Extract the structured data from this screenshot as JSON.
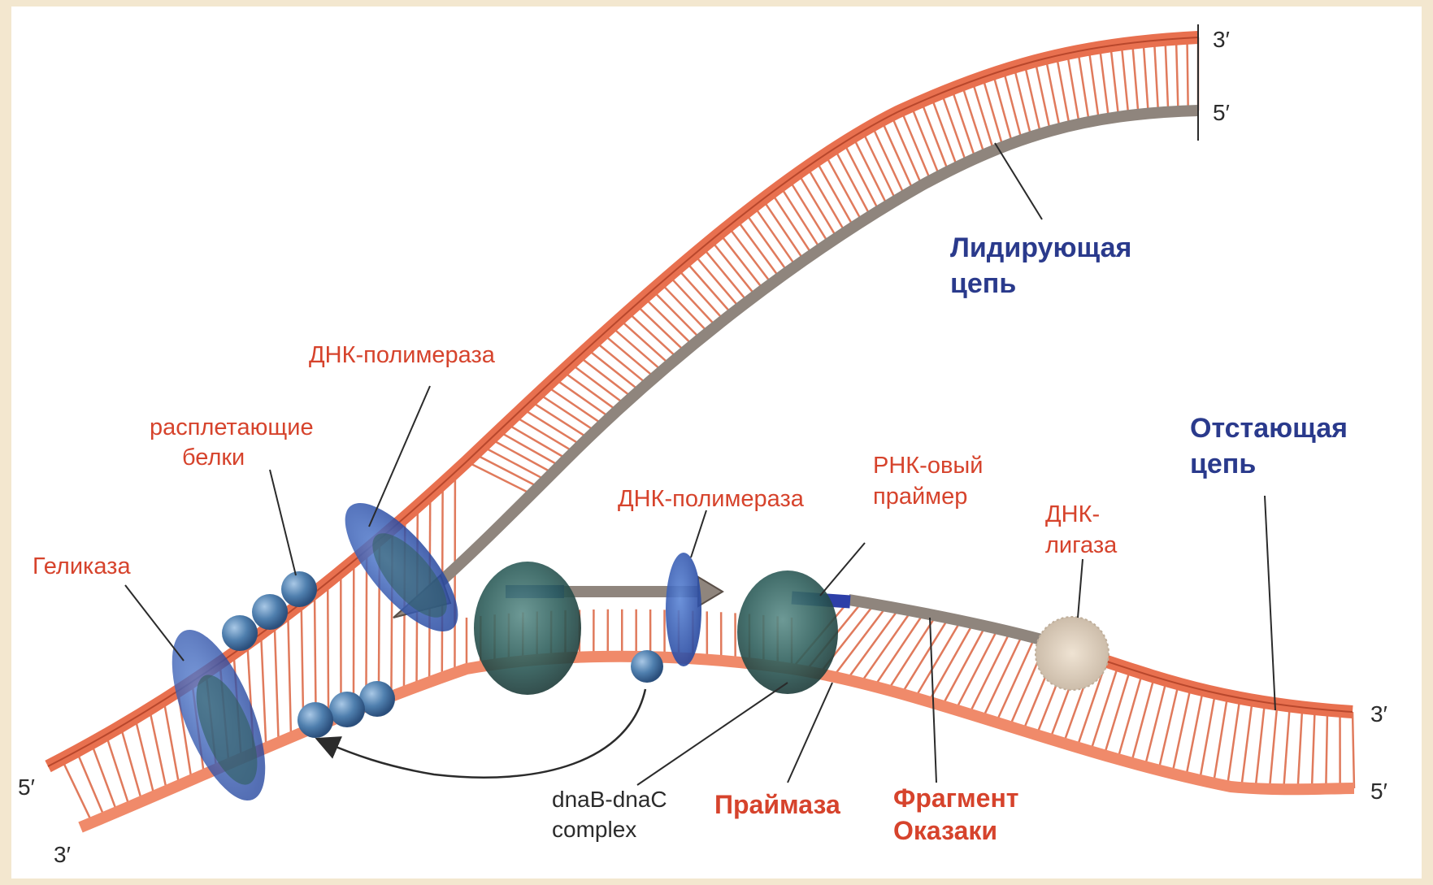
{
  "colors": {
    "strand_orange": "#e8704f",
    "strand_orange_light": "#f08a6a",
    "strand_gray": "#8f857d",
    "rung": "#e07a5c",
    "label_red": "#d6432c",
    "label_blue": "#2a3a8c",
    "label_black": "#2b2b2b",
    "protein_teal": "#2f5f5c",
    "protein_blue": "#3a67b8",
    "primer_blue": "#2d3fa8",
    "background": "#f3e7cf"
  },
  "labels": {
    "leading_strand": [
      "Лидирующая",
      "цепь"
    ],
    "lagging_strand": [
      "Отстающая",
      "цепь"
    ],
    "dna_polymerase_top": "ДНК-полимераза",
    "ssb_proteins": [
      "расплетающие",
      "белки"
    ],
    "helicase": "Геликаза",
    "dna_polymerase_lower": "ДНК-полимераза",
    "rna_primer": [
      "РНК-овый",
      "праймер"
    ],
    "dna_ligase": [
      "ДНК-",
      "лигаза"
    ],
    "dnab_dnac_complex": [
      "dnaB-dnaC",
      "complex"
    ],
    "primase": "Праймаза",
    "okazaki_fragment": [
      "Фрагмент",
      "Оказаки"
    ]
  },
  "ends": {
    "top_3": "3′",
    "top_5": "5′",
    "right_lagging_3": "3′",
    "right_lagging_5": "5′",
    "left_5": "5′",
    "left_3": "3′"
  }
}
